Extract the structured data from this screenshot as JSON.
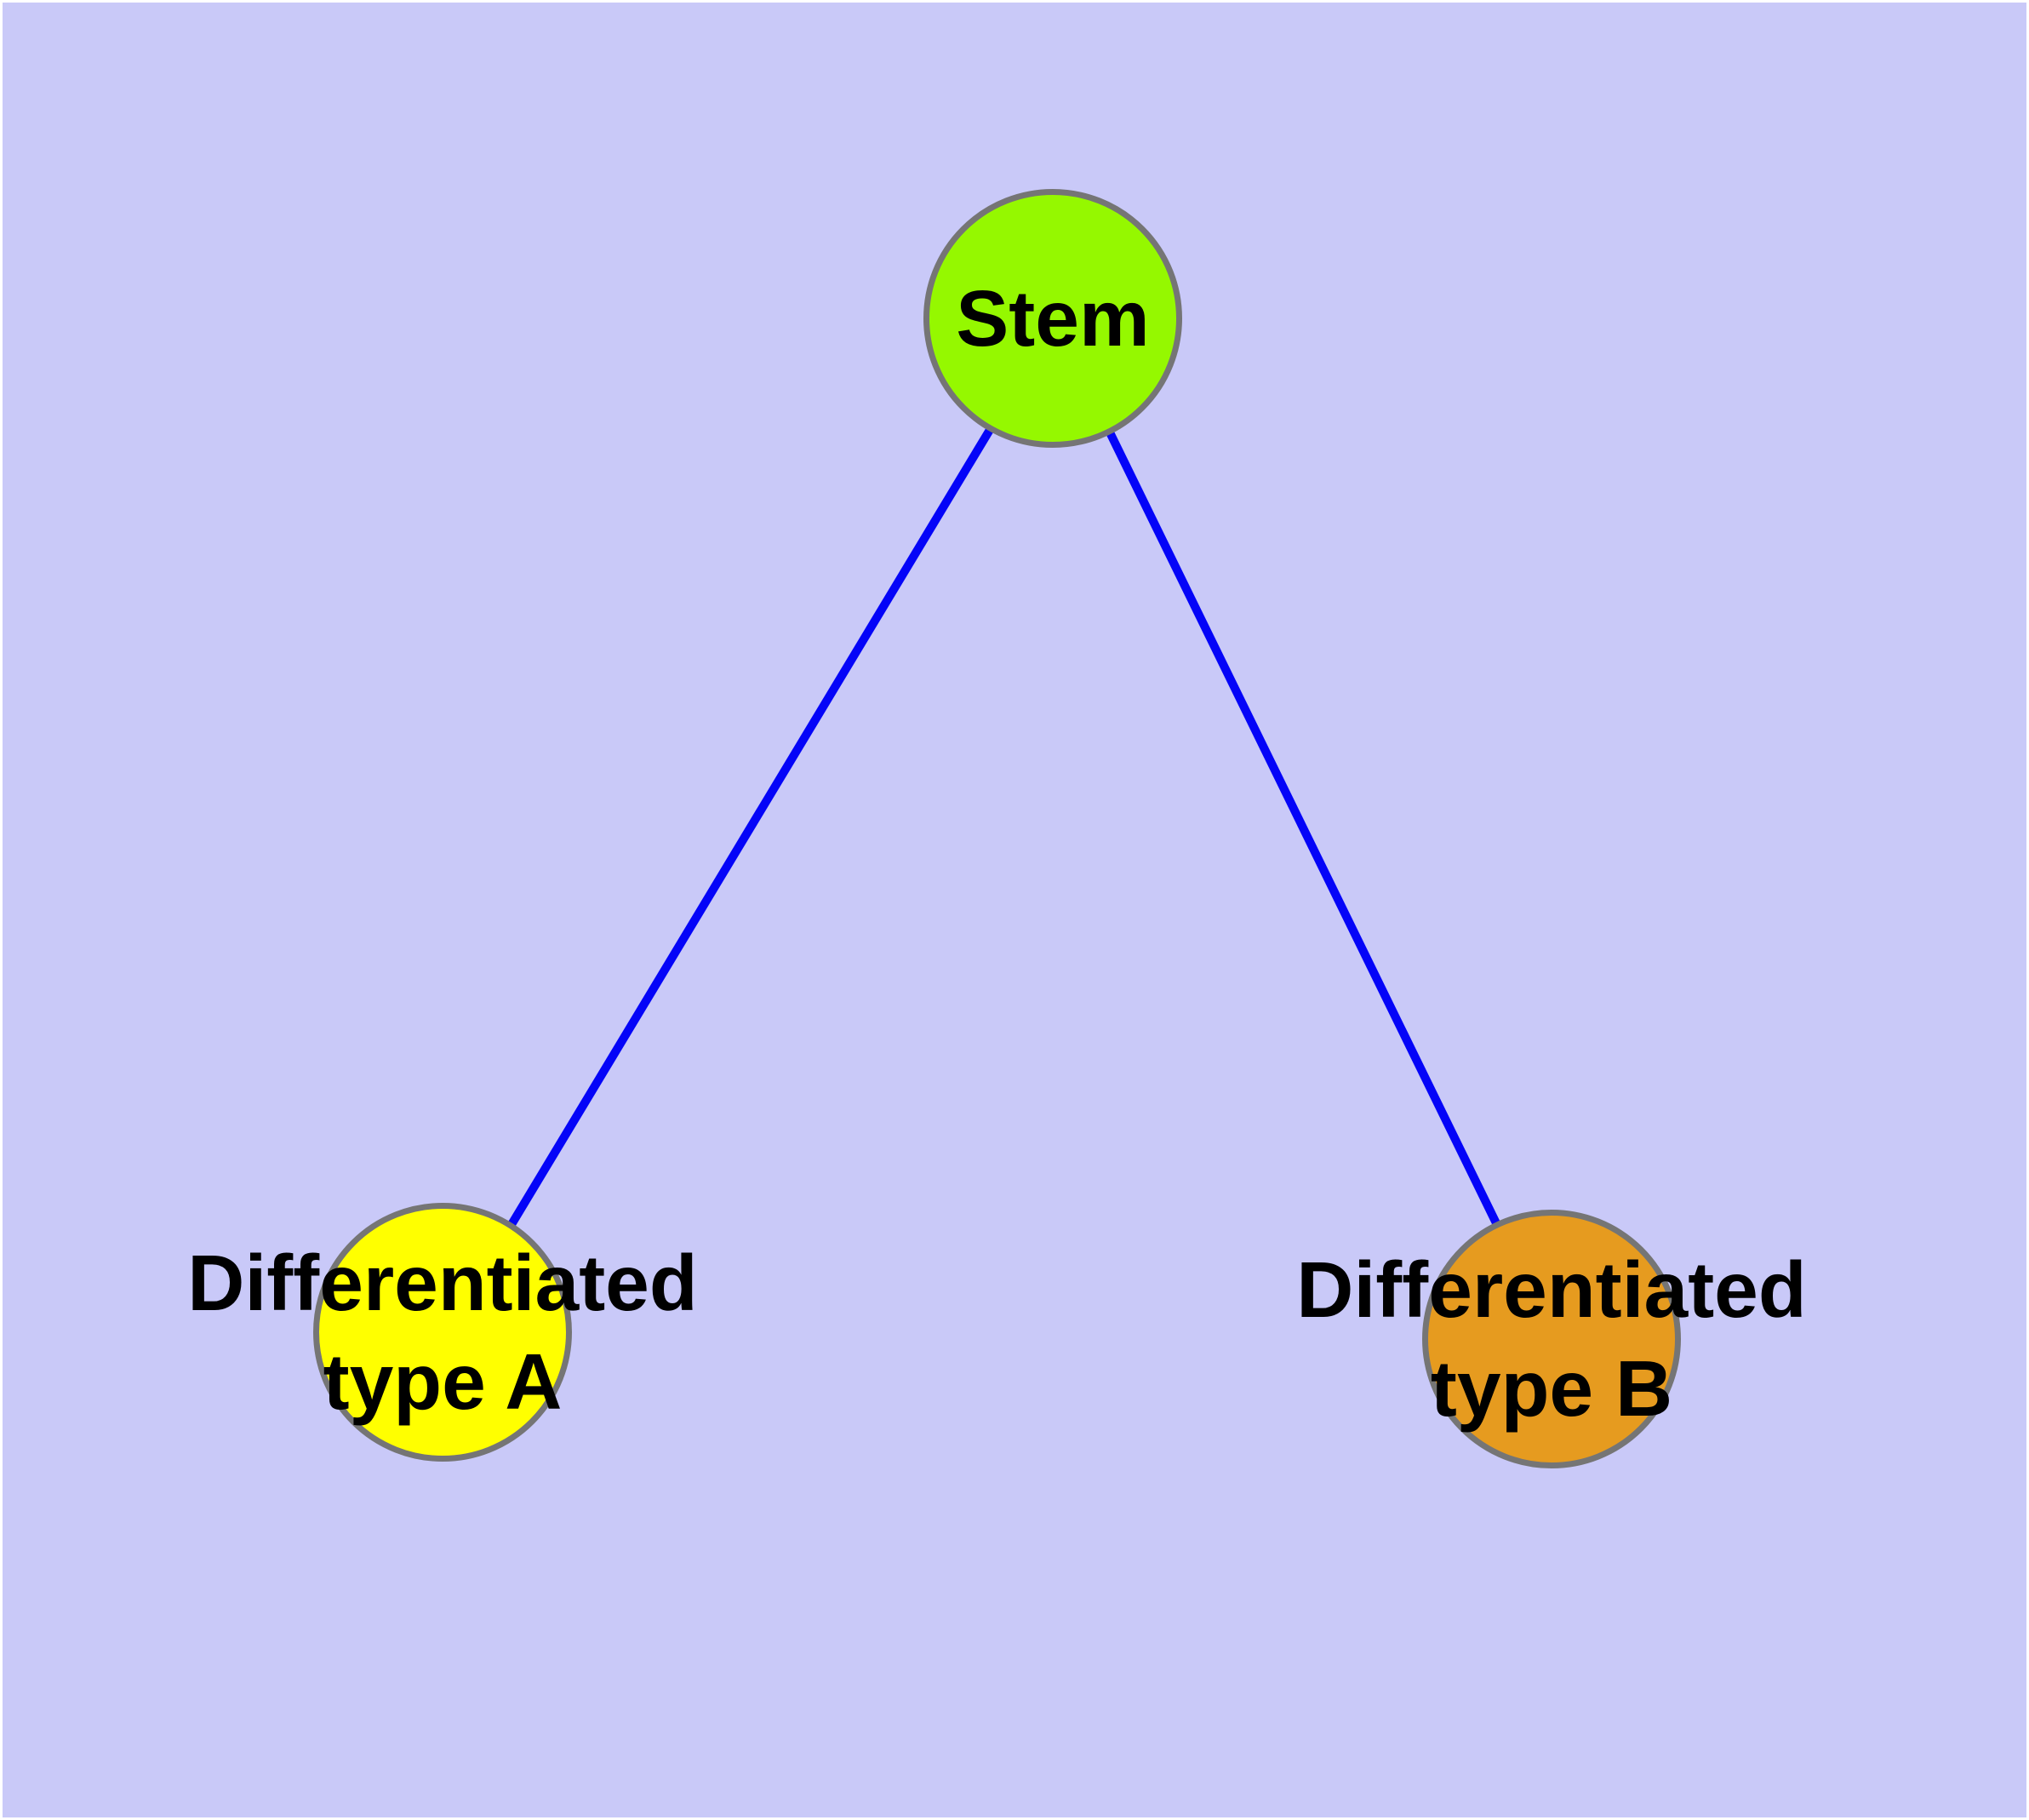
{
  "diagram": {
    "type": "graph",
    "background_color": "#c9c9f8",
    "frame_color": "#ffffff",
    "edge_color": "#0404f8",
    "node_border_color": "#757575",
    "label_color": "#000000",
    "nodes": {
      "stem": {
        "id": "stem",
        "fill": "#95f800",
        "lines": [
          "Stem"
        ]
      },
      "type_a": {
        "id": "type_a",
        "fill": "#ffff00",
        "lines": [
          "Differentiated",
          "type A"
        ]
      },
      "type_b": {
        "id": "type_b",
        "fill": "#e69b1f",
        "lines": [
          "Differentiated",
          "type B"
        ]
      }
    },
    "edges": [
      {
        "from": "Stem",
        "to": "Differentiated type A"
      },
      {
        "from": "Stem",
        "to": "Differentiated type B"
      }
    ]
  }
}
